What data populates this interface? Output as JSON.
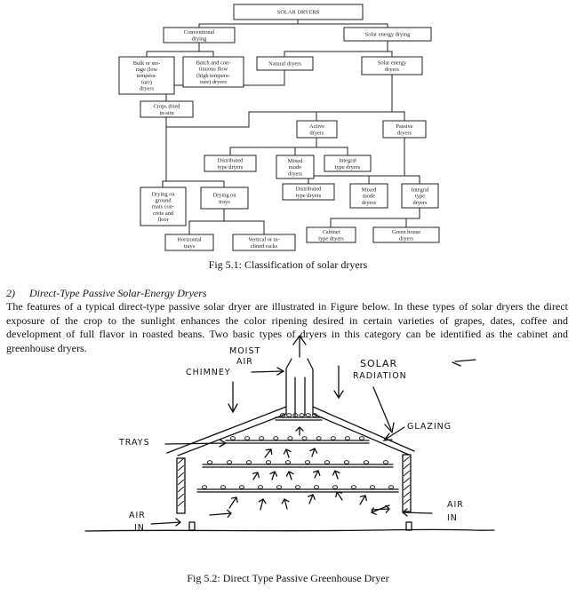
{
  "figure1": {
    "boxes": {
      "root": [
        "SOLAR DRYERS"
      ],
      "conventional": [
        "Conventional",
        "drying"
      ],
      "solar_energy_drying": [
        "Solar energy drying"
      ],
      "bulk": [
        "Bulk or sto-",
        "rage (low",
        "tempera-",
        "ture)",
        "dryers"
      ],
      "batch": [
        "Batch and con-",
        "tinuous flow",
        "(high tempera-",
        "ture) dryers"
      ],
      "natural": [
        "Natural dryers"
      ],
      "solar_energy_dryers": [
        "Solar energy",
        "dryers"
      ],
      "crops_insitu": [
        "Crops dried",
        "in-situ"
      ],
      "active": [
        "Active",
        "dryers"
      ],
      "passive": [
        "Passive",
        "dryers"
      ],
      "active_distributed": [
        "Distributed",
        "type dryers"
      ],
      "active_mixed": [
        "Mixed",
        "mode",
        "dryers"
      ],
      "active_integral": [
        "Integral",
        "type dryers"
      ],
      "ground_mats": [
        "Drying on",
        "ground",
        "mats con-",
        "crete and",
        "floor"
      ],
      "trays": [
        "Drying on",
        "trays"
      ],
      "passive_distributed": [
        "Distributed",
        "type dryers"
      ],
      "passive_mixed": [
        "Mixed",
        "mode",
        "dryers"
      ],
      "passive_integral": [
        "Integral",
        "type",
        "dryers"
      ],
      "horizontal": [
        "Horizontal",
        "trays"
      ],
      "vertical": [
        "Vertical or in-",
        "clined racks"
      ],
      "cabinet": [
        "Cabinet",
        "type dryers"
      ],
      "greenhouse": [
        "Green house",
        "dryers"
      ]
    },
    "caption": "Fig 5.1: Classification of solar dryers"
  },
  "section": {
    "number": "2)",
    "title": "Direct-Type Passive Solar-Energy Dryers",
    "paragraph": "The features of a typical direct-type passive solar dryer are illustrated in Figure below. In these types of solar dryers the direct exposure of the crop to the sunlight enhances the color ripening desired in certain varieties of grapes, dates, coffee and development of full flavor in roasted beans. Two basic types of dryers in this category can be identified as the cabinet and greenhouse dryers."
  },
  "figure2": {
    "labels": {
      "moist_air_1": "MOIST",
      "moist_air_2": "AIR",
      "chimney": "CHIMNEY",
      "solar_1": "SOLAR",
      "solar_2": "RADIATION",
      "glazing": "GLAZING",
      "trays": "TRAYS",
      "air_in_left_1": "AIR",
      "air_in_left_2": "IN",
      "air_in_right_1": "AIR",
      "air_in_right_2": "IN"
    },
    "caption": "Fig 5.2:  Direct Type Passive Greenhouse Dryer"
  }
}
